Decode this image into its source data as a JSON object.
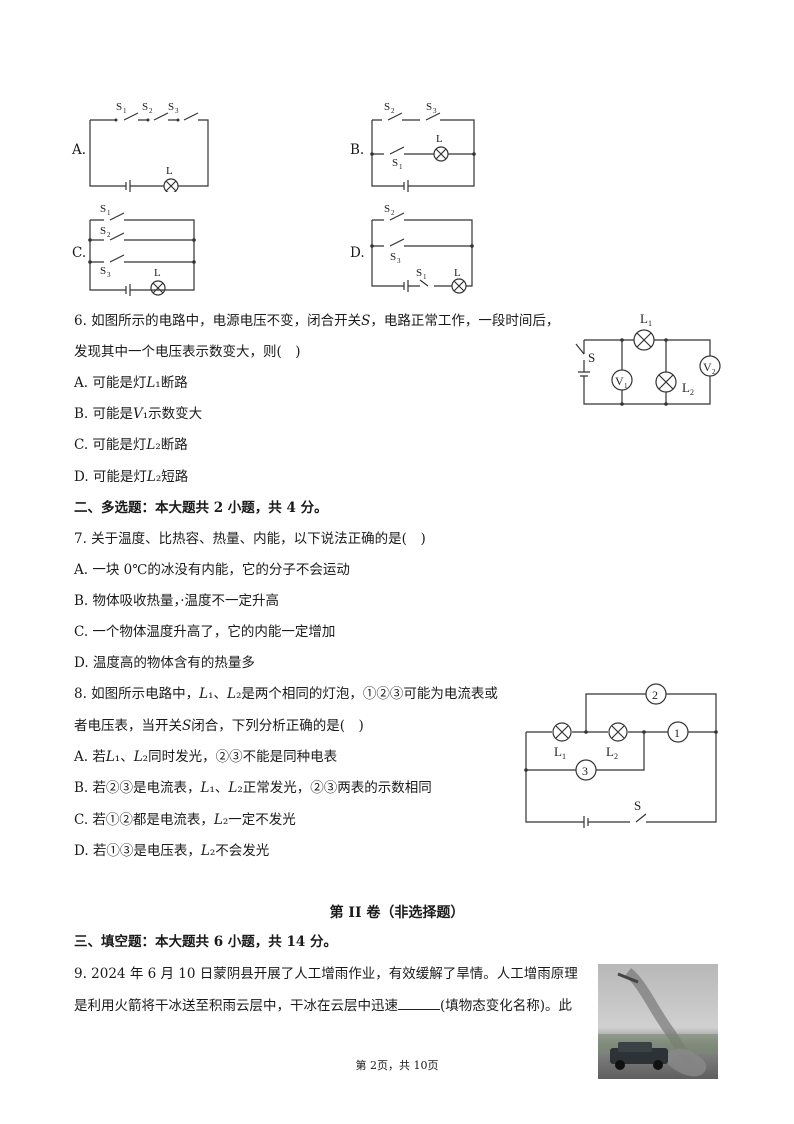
{
  "q5_options": {
    "a": "A.",
    "b": "B.",
    "c": "C.",
    "d": "D."
  },
  "q6": {
    "stem_line1": "6. 如图所示的电路中，电源电压不变，闭合开关𝑆，电路正常工作，一段时间后，",
    "stem_line2": "发现其中一个电压表示数变大，则(　)",
    "options": [
      "A. 可能是灯𝐿₁断路",
      "B. 可能是𝑉₁示数变大",
      "C. 可能是灯𝐿₂断路",
      "D. 可能是灯𝐿₂短路"
    ]
  },
  "section2": "二、多选题：本大题共 2 小题，共 4 分。",
  "q7": {
    "stem": "7. 关于温度、比热容、热量、内能，以下说法正确的是(　)",
    "options": [
      "A. 一块 0℃的冰没有内能，它的分子不会运动",
      "B. 物体吸收热量，·温度不一定升高",
      "C. 一个物体温度升高了，它的内能一定增加",
      "D. 温度高的物体含有的热量多"
    ]
  },
  "q8": {
    "stem_line1": "8. 如图所示电路中，𝐿₁、𝐿₂是两个相同的灯泡，①②③可能为电流表或",
    "stem_line2": "者电压表，当开关𝑆闭合，下列分析正确的是(　)",
    "options": [
      "A. 若𝐿₁、𝐿₂同时发光，②③不能是同种电表",
      "B. 若②③是电流表，𝐿₁、𝐿₂正常发光，②③两表的示数相同",
      "C. 若①②都是电流表，𝐿₂一定不发光",
      "D. 若①③是电压表，𝐿₂不会发光"
    ]
  },
  "part2_title": "第 II 卷（非选择题）",
  "section3": "三、填空题：本大题共 6 小题，共 14 分。",
  "q9": {
    "line1": "9. 2024 年 6 月 10 日蒙阴县开展了人工增雨作业，有效缓解了旱情。人工增雨原理",
    "line2_a": "是利用火箭将干冰送至积雨云层中，干冰在云层中迅速",
    "line2_b": "(填物态变化名称)。此"
  },
  "footer": "第 2页，共 10页",
  "labels": {
    "S": "S",
    "S1": "S",
    "S2": "S",
    "S3": "S",
    "L": "L",
    "L1": "L",
    "L2": "L",
    "V1": "V",
    "V2": "V",
    "sub1": "1",
    "sub2": "2",
    "sub3": "3",
    "m1": "1",
    "m2": "2",
    "m3": "3"
  }
}
